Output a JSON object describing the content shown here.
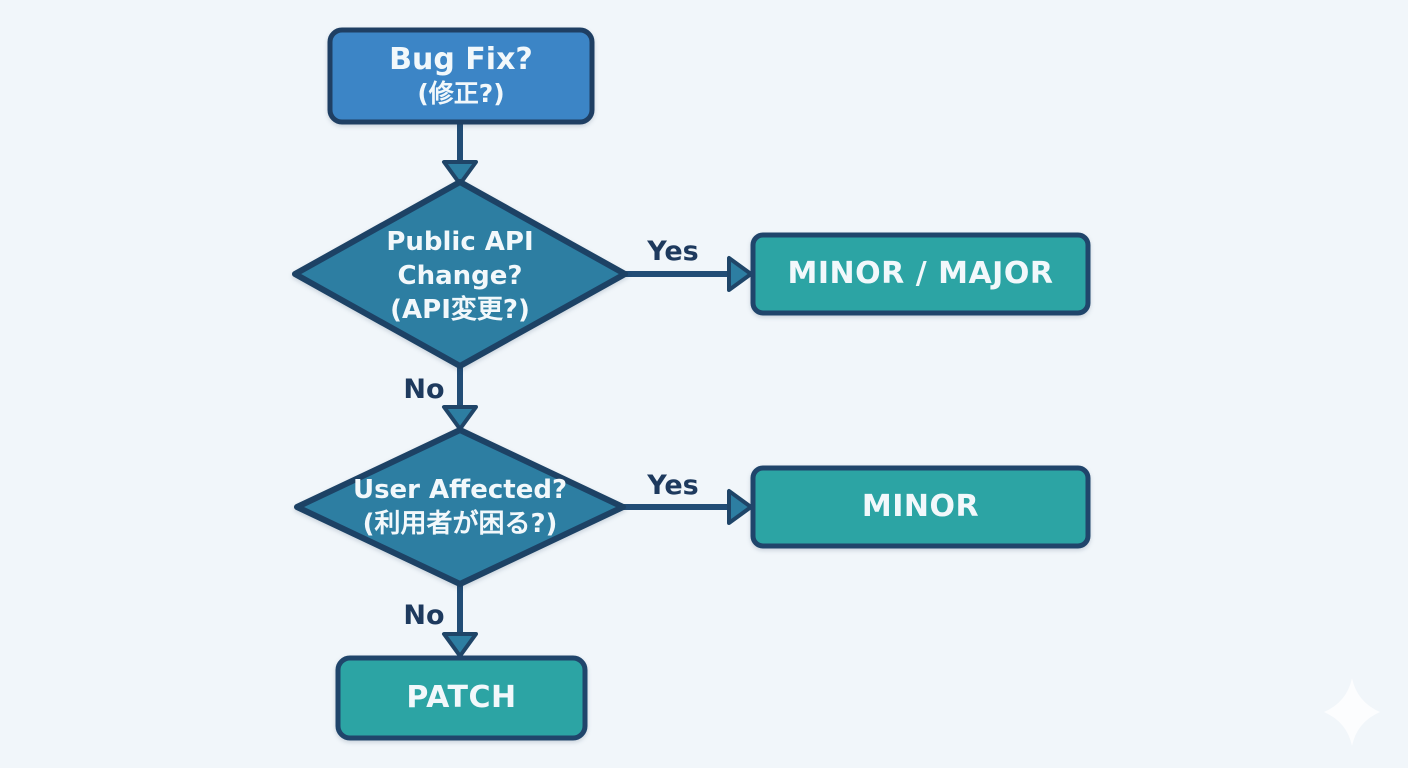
{
  "diagram": {
    "type": "flowchart",
    "background_color": "#f1f6fa",
    "colors": {
      "process_fill": "#3c85c6",
      "process_border": "#1f3f63",
      "decision_fill": "#2d7ea2",
      "decision_border": "#1d4265",
      "result_fill": "#2ca4a4",
      "result_border": "#20456b",
      "connector": "#224d76",
      "edge_label_text": "#1e3a5e",
      "node_text": "#f2f8fb"
    },
    "nodes": {
      "start": {
        "type": "process",
        "label": "Bug Fix?",
        "sublabel": "(修正?)"
      },
      "decision_api": {
        "type": "decision",
        "label": "Public API\nChange?\n(API変更?)"
      },
      "decision_user": {
        "type": "decision",
        "label": "User Affected?\n(利用者が困る?)"
      },
      "result_minor_major": {
        "type": "result",
        "label": "MINOR / MAJOR"
      },
      "result_minor": {
        "type": "result",
        "label": "MINOR"
      },
      "result_patch": {
        "type": "result",
        "label": "PATCH"
      }
    },
    "edges": [
      {
        "from": "start",
        "to": "decision_api",
        "label": ""
      },
      {
        "from": "decision_api",
        "to": "result_minor_major",
        "label": "Yes"
      },
      {
        "from": "decision_api",
        "to": "decision_user",
        "label": "No"
      },
      {
        "from": "decision_user",
        "to": "result_minor",
        "label": "Yes"
      },
      {
        "from": "decision_user",
        "to": "result_patch",
        "label": "No"
      }
    ],
    "watermark_icon": "sparkle"
  }
}
